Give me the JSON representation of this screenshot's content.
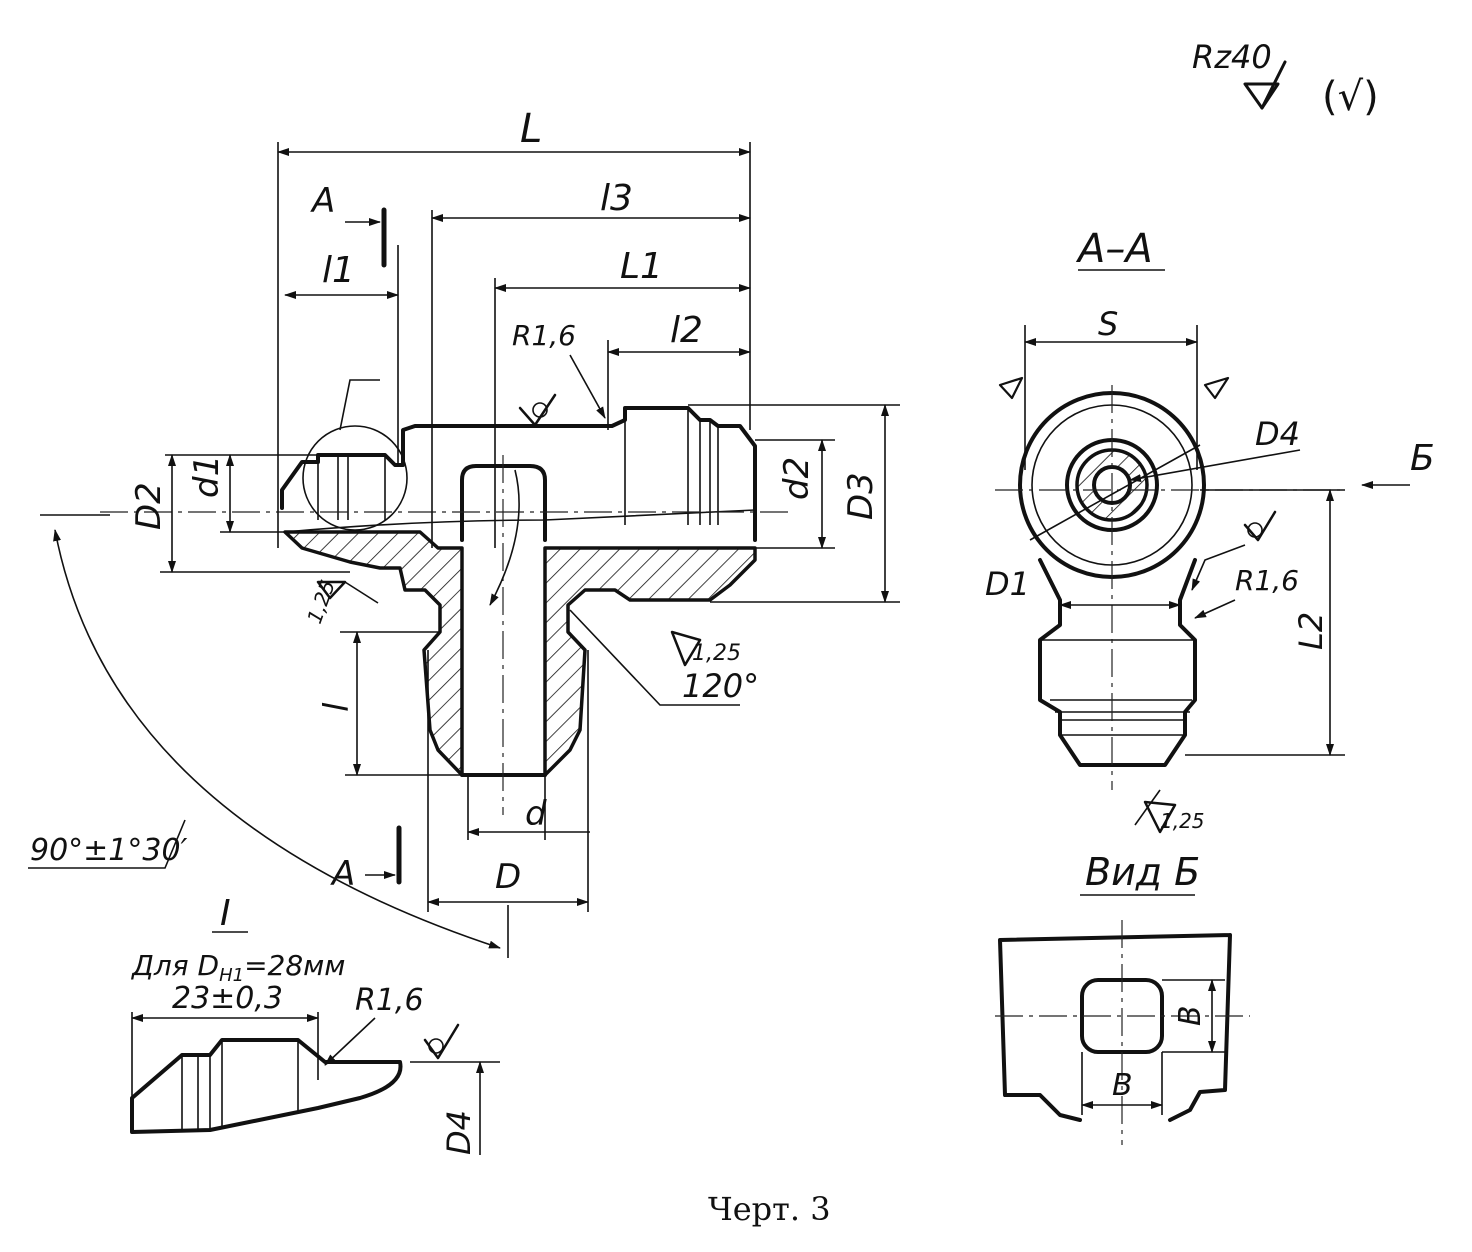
{
  "roughness": {
    "general": "Rz40",
    "note": "(√)"
  },
  "labels": {
    "L": "L",
    "l3": "l3",
    "L1": "L1",
    "l1": "l1",
    "l2": "l2",
    "l": "l",
    "A": "A",
    "d": "d",
    "D": "D",
    "d1": "d1",
    "d2": "d2",
    "D2": "D2",
    "D3": "D3",
    "D4": "D4",
    "D1": "D1",
    "L2": "L2",
    "S": "S",
    "B": "B",
    "I": "I",
    "Bview": "Б"
  },
  "notes": {
    "r16": "R1,6",
    "rough125": "1,25",
    "angle_120": "120°",
    "angle_90": "90°±1°30′",
    "detail_condition": "Для D",
    "detail_condition_sub": "Н1",
    "detail_condition_value": "=28мм",
    "dim_23": "23±0,3"
  },
  "views": {
    "section": "А–А",
    "view_b": "Вид Б"
  },
  "caption": "Черт. 3"
}
